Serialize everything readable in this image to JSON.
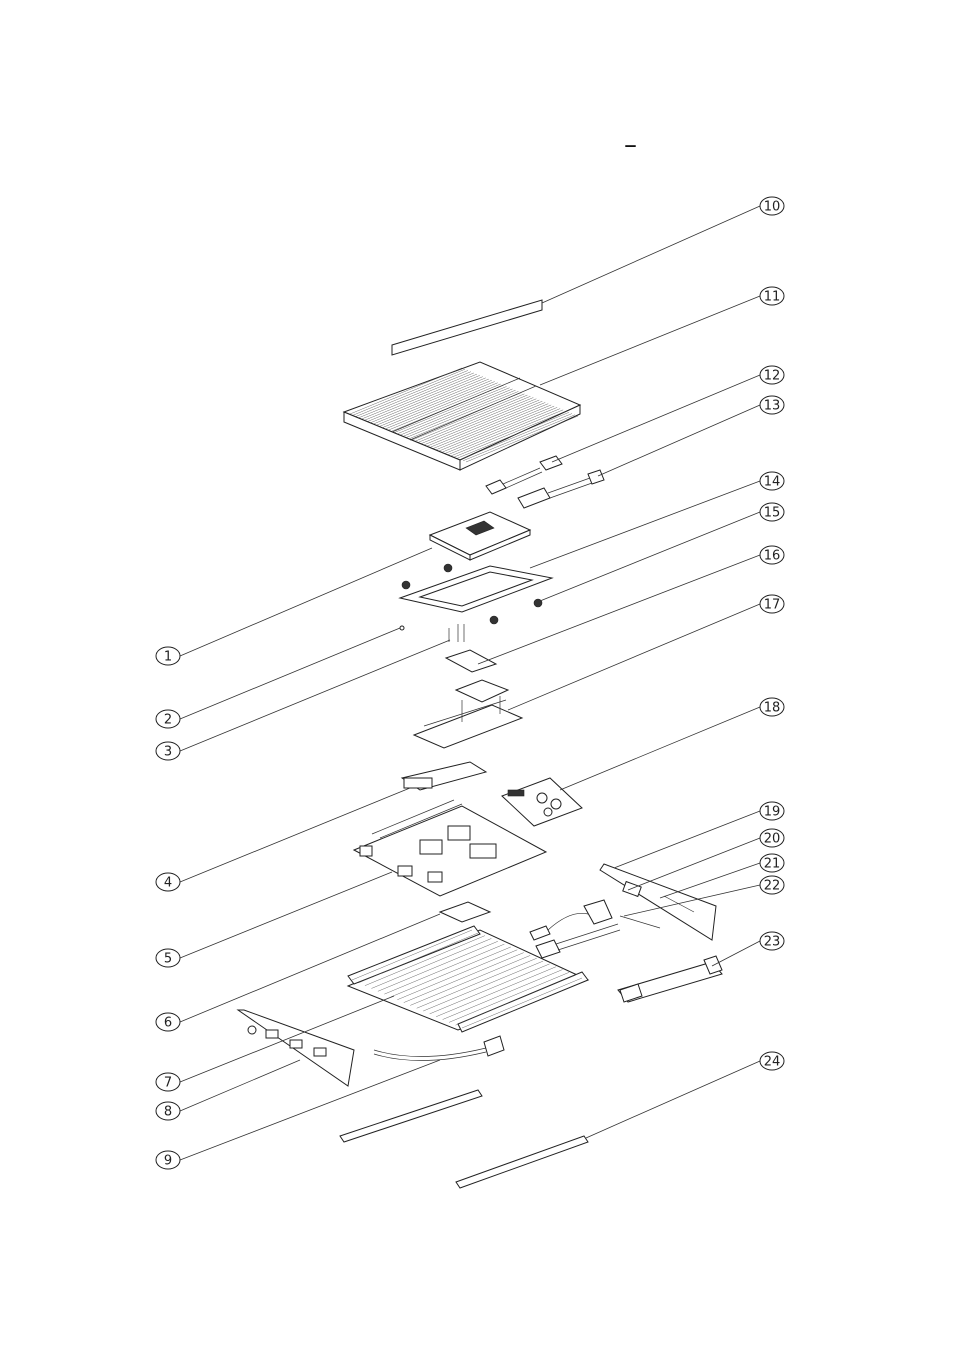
{
  "callouts": [
    {
      "id": "1",
      "label": "1"
    },
    {
      "id": "2",
      "label": "2"
    },
    {
      "id": "3",
      "label": "3"
    },
    {
      "id": "4",
      "label": "4"
    },
    {
      "id": "5",
      "label": "5"
    },
    {
      "id": "6",
      "label": "6"
    },
    {
      "id": "7",
      "label": "7"
    },
    {
      "id": "8",
      "label": "8"
    },
    {
      "id": "9",
      "label": "9"
    },
    {
      "id": "10",
      "label": "10"
    },
    {
      "id": "11",
      "label": "11"
    },
    {
      "id": "12",
      "label": "12"
    },
    {
      "id": "13",
      "label": "13"
    },
    {
      "id": "14",
      "label": "14"
    },
    {
      "id": "15",
      "label": "15"
    },
    {
      "id": "16",
      "label": "16"
    },
    {
      "id": "17",
      "label": "17"
    },
    {
      "id": "18",
      "label": "18"
    },
    {
      "id": "19",
      "label": "19"
    },
    {
      "id": "20",
      "label": "20"
    },
    {
      "id": "21",
      "label": "21"
    },
    {
      "id": "22",
      "label": "22"
    },
    {
      "id": "23",
      "label": "23"
    },
    {
      "id": "24",
      "label": "24"
    }
  ],
  "header_mark": "–"
}
